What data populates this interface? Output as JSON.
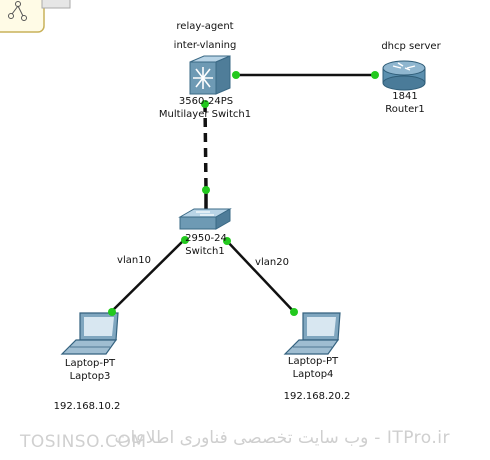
{
  "devices": {
    "multilayer_switch": {
      "annotation_1": "relay-agent",
      "annotation_2": "inter-vlaning",
      "model": "3560-24PS",
      "name": "Multilayer Switch1"
    },
    "router": {
      "annotation": "dhcp server",
      "model": "1841",
      "name": "Router1"
    },
    "switch": {
      "model": "2950-24",
      "name": "Switch1"
    },
    "laptop3": {
      "model": "Laptop-PT",
      "name": "Laptop3",
      "ip": "192.168.10.2"
    },
    "laptop4": {
      "model": "Laptop-PT",
      "name": "Laptop4",
      "ip": "192.168.20.2"
    }
  },
  "links": {
    "vlan10_label": "vlan10",
    "vlan20_label": "vlan20"
  },
  "watermark": {
    "left": "TOSINSO.COM",
    "right": "ITPro.ir - وب سایت تخصصی فناوری اطلاعات"
  },
  "colors": {
    "link_up": "#22c91e",
    "cable": "#111111",
    "router_blue": "#5b8fae",
    "switch_blue": "#6e9ab4"
  }
}
